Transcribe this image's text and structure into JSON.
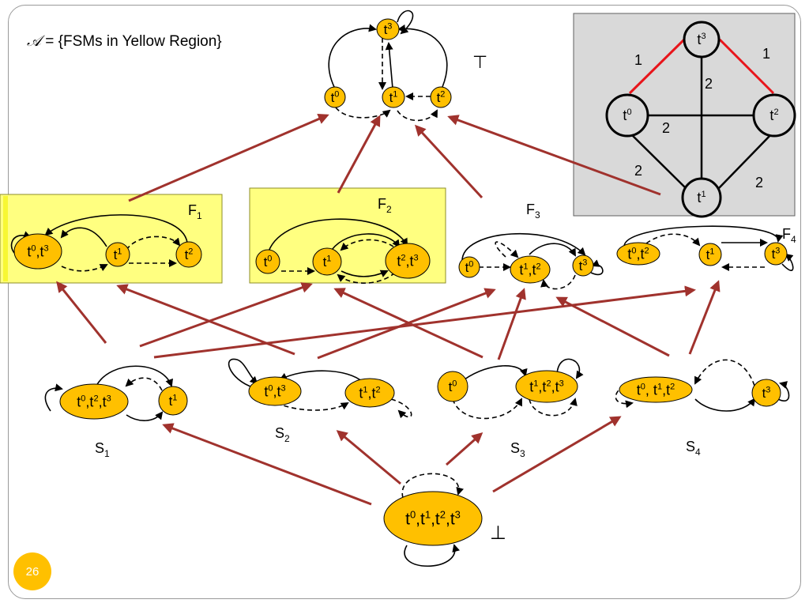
{
  "title": {
    "script_a": "𝒜",
    "rest": " = {FSMs in Yellow Region}"
  },
  "symbols": {
    "top": "⊤",
    "bottom": "⊥"
  },
  "page_number": "26",
  "colors": {
    "node_fill": "#ffc000",
    "region_fill": "#ffff80",
    "arrow": "#a0322d",
    "panel_bg": "#d9d9d9",
    "red_edge": "#e8151b"
  },
  "groups": {
    "F1": {
      "label": "F",
      "sub": "1"
    },
    "F2": {
      "label": "F",
      "sub": "2"
    },
    "F3": {
      "label": "F",
      "sub": "3"
    },
    "F4": {
      "label": "F",
      "sub": "4"
    },
    "S1": {
      "label": "S",
      "sub": "1"
    },
    "S2": {
      "label": "S",
      "sub": "2"
    },
    "S3": {
      "label": "S",
      "sub": "3"
    },
    "S4": {
      "label": "S",
      "sub": "4"
    }
  },
  "nodes": {
    "top_t3": "t^3",
    "top_t0": "t^0",
    "top_t1": "t^1",
    "top_t2": "t^2",
    "f1_a": "t^0,t^3",
    "f1_b": "t^1",
    "f1_c": "t^2",
    "f2_a": "t^0",
    "f2_b": "t^1",
    "f2_c": "t^2,t^3",
    "f3_a": "t^0",
    "f3_b": "t^1,t^2",
    "f3_c": "t^3",
    "f4_a": "t^0,t^2",
    "f4_b": "t^1",
    "f4_c": "t^3",
    "s1_a": "t^0,t^2,t^3",
    "s1_b": "t^1",
    "s2_a": "t^0,t^3",
    "s2_b": "t^1,t^2",
    "s3_a": "t^0",
    "s3_b": "t^1,t^2,t^3",
    "s4_a": "t^0, t^1,t^2",
    "s4_b": "t^3",
    "bottom": "t^0,t^1,t^2,t^3"
  },
  "inset": {
    "nodes": {
      "n3": "t^3",
      "n0": "t^0",
      "n2": "t^2",
      "n1": "t^1"
    },
    "weights": {
      "w03": "1",
      "w32": "1",
      "w31": "2",
      "w02": "2",
      "w01": "2",
      "w21": "2"
    }
  }
}
